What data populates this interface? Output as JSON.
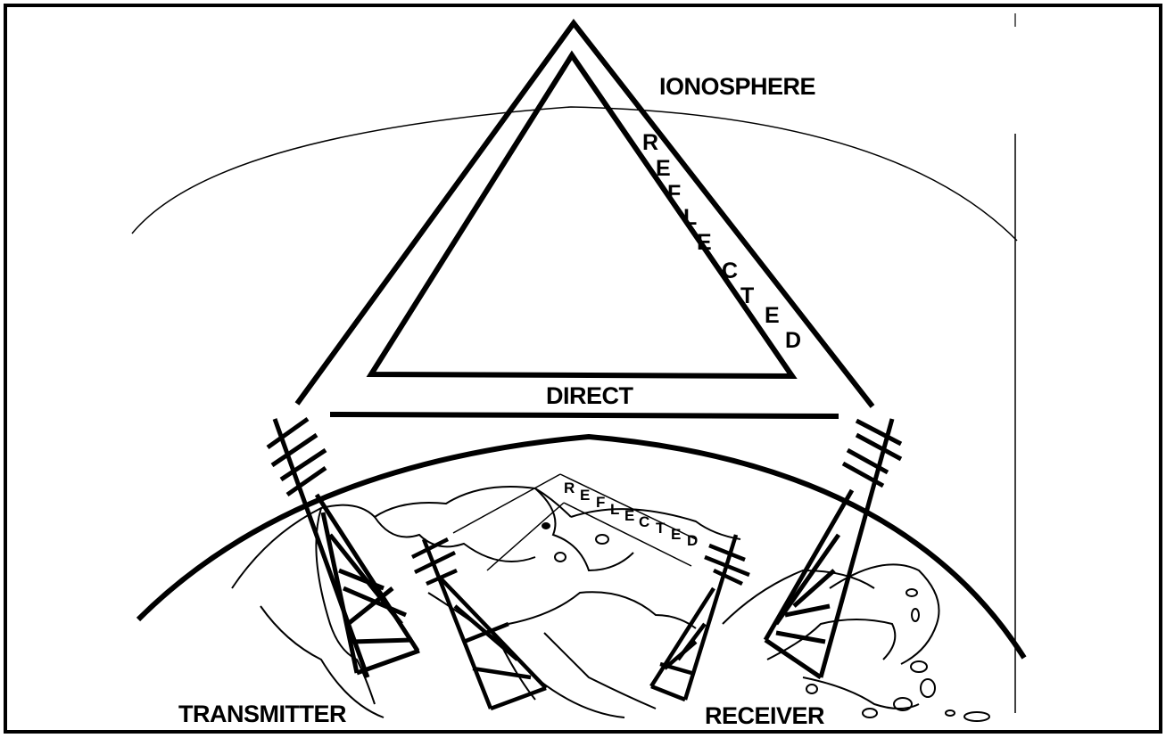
{
  "labels": {
    "ionosphere": "IONOSPHERE",
    "direct": "DIRECT",
    "transmitter": "TRANSMITTER",
    "receiver": "RECEIVER",
    "reflected_large_letters": [
      "R",
      "E",
      "F",
      "L",
      "E",
      "C",
      "T",
      "E",
      "D"
    ],
    "reflected_small_letters": [
      "R",
      "E",
      "F",
      "L",
      "E",
      "C",
      "T",
      "E",
      "D"
    ]
  },
  "colors": {
    "ink": "#000000",
    "background": "#ffffff"
  }
}
